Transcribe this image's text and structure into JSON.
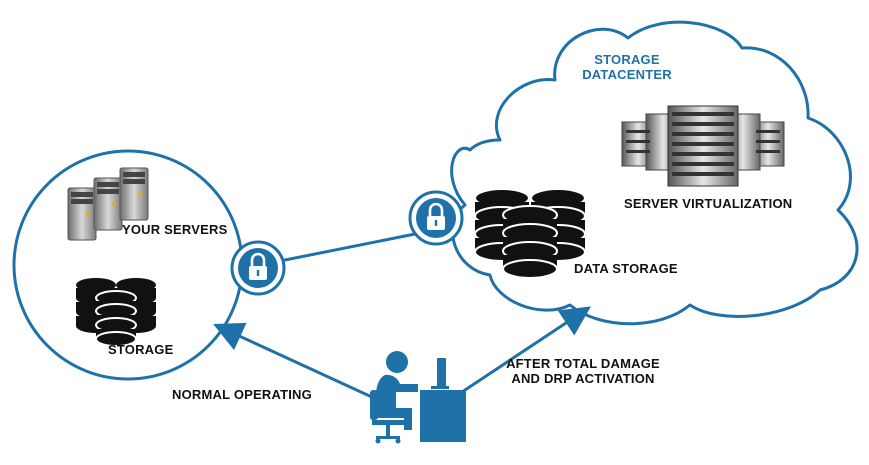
{
  "labels": {
    "your_servers": "YOUR SERVERS",
    "storage": "STORAGE",
    "normal_operating": "NORMAL OPERATING",
    "storage_datacenter_line1": "STORAGE",
    "storage_datacenter_line2": "DATACENTER",
    "server_virtualization": "SERVER VIRTUALIZATION",
    "data_storage": "DATA STORAGE",
    "after_damage_line1": "AFTER TOTAL DAMAGE",
    "after_damage_line2": "AND DRP ACTIVATION"
  },
  "colors": {
    "accent": "#1e72a8",
    "dark": "#111111",
    "white": "#ffffff",
    "server_gray": "#8a8a8a"
  },
  "icons": [
    "server-stack-icon",
    "database-icon",
    "lock-icon",
    "server-rack-icon",
    "person-at-desk-icon",
    "monitor-icon",
    "chair-icon"
  ]
}
